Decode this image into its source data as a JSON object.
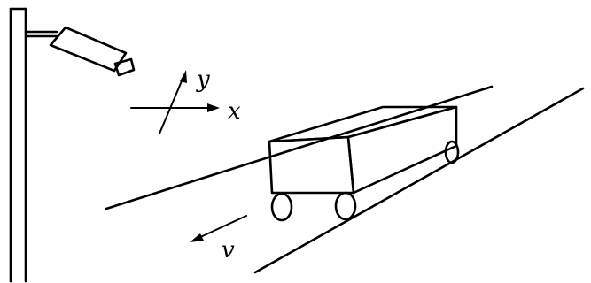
{
  "labels": {
    "x_axis": "x",
    "y_axis": "y",
    "velocity": "v"
  },
  "colors": {
    "stroke": "#000000",
    "background": "#ffffff"
  }
}
